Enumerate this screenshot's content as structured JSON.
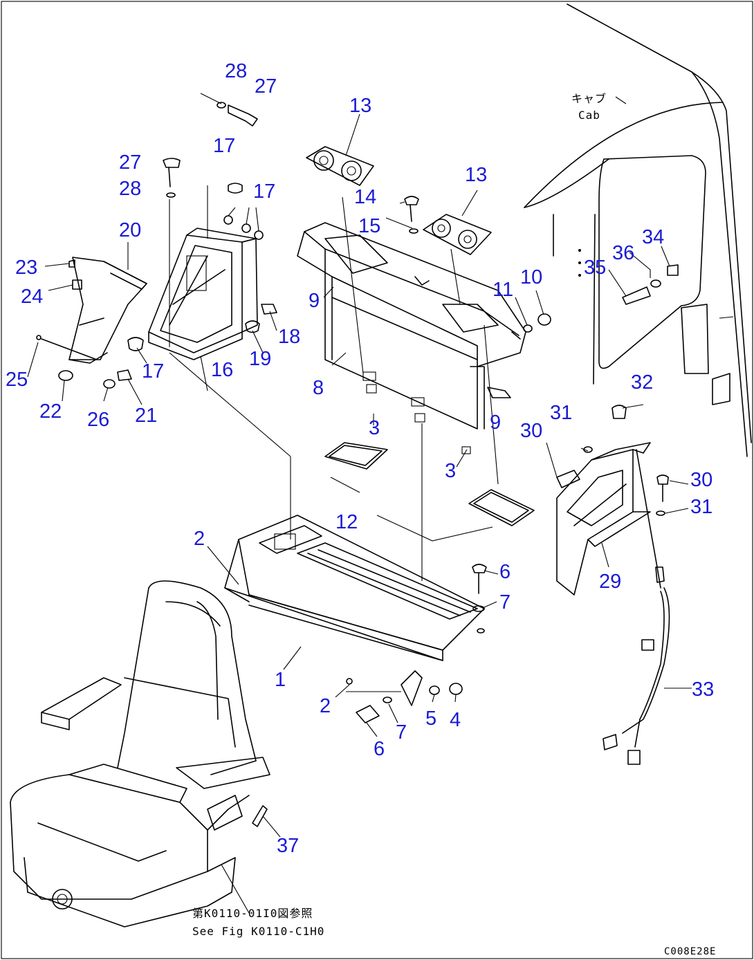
{
  "callouts": [
    {
      "id": "c28a",
      "text": "28"
    },
    {
      "id": "c27a",
      "text": "27"
    },
    {
      "id": "c13a",
      "text": "13"
    },
    {
      "id": "c27b",
      "text": "27"
    },
    {
      "id": "c17a",
      "text": "17"
    },
    {
      "id": "c28b",
      "text": "28"
    },
    {
      "id": "c17b",
      "text": "17"
    },
    {
      "id": "c13b",
      "text": "13"
    },
    {
      "id": "c14",
      "text": "14"
    },
    {
      "id": "c15",
      "text": "15"
    },
    {
      "id": "c20",
      "text": "20"
    },
    {
      "id": "c34",
      "text": "34"
    },
    {
      "id": "c36",
      "text": "36"
    },
    {
      "id": "c35",
      "text": "35"
    },
    {
      "id": "c23",
      "text": "23"
    },
    {
      "id": "c10",
      "text": "10"
    },
    {
      "id": "c11",
      "text": "11"
    },
    {
      "id": "c9a",
      "text": "9"
    },
    {
      "id": "c24",
      "text": "24"
    },
    {
      "id": "c18",
      "text": "18"
    },
    {
      "id": "c19",
      "text": "19"
    },
    {
      "id": "c17c",
      "text": "17"
    },
    {
      "id": "c16",
      "text": "16"
    },
    {
      "id": "c25",
      "text": "25"
    },
    {
      "id": "c32",
      "text": "32"
    },
    {
      "id": "c8",
      "text": "8"
    },
    {
      "id": "c22",
      "text": "22"
    },
    {
      "id": "c26",
      "text": "26"
    },
    {
      "id": "c21",
      "text": "21"
    },
    {
      "id": "c31a",
      "text": "31"
    },
    {
      "id": "c30a",
      "text": "30"
    },
    {
      "id": "c9b",
      "text": "9"
    },
    {
      "id": "c3a",
      "text": "3"
    },
    {
      "id": "c3b",
      "text": "3"
    },
    {
      "id": "c30b",
      "text": "30"
    },
    {
      "id": "c31b",
      "text": "31"
    },
    {
      "id": "c12",
      "text": "12"
    },
    {
      "id": "c2a",
      "text": "2"
    },
    {
      "id": "c6a",
      "text": "6"
    },
    {
      "id": "c7a",
      "text": "7"
    },
    {
      "id": "c29",
      "text": "29"
    },
    {
      "id": "c1",
      "text": "1"
    },
    {
      "id": "c33",
      "text": "33"
    },
    {
      "id": "c2b",
      "text": "2"
    },
    {
      "id": "c5",
      "text": "5"
    },
    {
      "id": "c4",
      "text": "4"
    },
    {
      "id": "c7b",
      "text": "7"
    },
    {
      "id": "c6b",
      "text": "6"
    },
    {
      "id": "c37",
      "text": "37"
    }
  ],
  "cab_label": {
    "jp": "キャブ",
    "en": "Cab"
  },
  "fig_ref": {
    "jp": "第K0110-01I0図参照",
    "en": "See Fig K0110-C1H0"
  },
  "drawing_code": "C008E28E",
  "colors": {
    "callout": "#1a1ad6",
    "line": "#000000",
    "background": "#ffffff"
  }
}
